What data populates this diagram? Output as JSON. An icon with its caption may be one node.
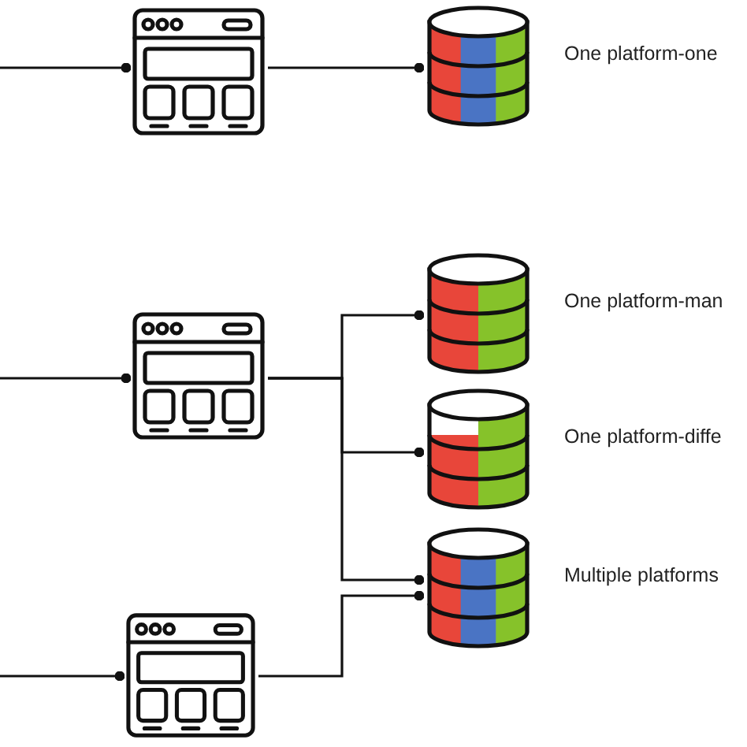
{
  "diagram": {
    "nodes": [
      {
        "text": [],
        "shape": "picture"
      },
      {
        "text": [],
        "shape": "cylinder",
        "beside": [
          "One platform-one"
        ]
      },
      {
        "text": [],
        "shape": "picture"
      },
      {
        "text": [],
        "shape": "cylinder",
        "beside": [
          "One platform-man"
        ]
      },
      {
        "text": [],
        "shape": "cylinder",
        "beside": [
          "One platform-diffe"
        ]
      },
      {
        "text": [],
        "shape": "cylinder",
        "beside": [
          "Multiple platforms"
        ]
      },
      {
        "text": [],
        "shape": "picture"
      }
    ],
    "edges": [
      {
        "from": null,
        "to": 0,
        "arrow": "other"
      },
      {
        "from": 0,
        "to": 1,
        "arrow": "other"
      },
      {
        "from": null,
        "to": 2,
        "arrow": "other"
      },
      {
        "from": 2,
        "to": 3,
        "arrow": "other"
      },
      {
        "from": 2,
        "to": 4,
        "arrow": "other"
      },
      {
        "from": 2,
        "to": 5,
        "arrow": "other"
      },
      {
        "from": null,
        "to": 6,
        "arrow": "other"
      },
      {
        "from": 6,
        "to": 5,
        "arrow": "other"
      }
    ]
  }
}
